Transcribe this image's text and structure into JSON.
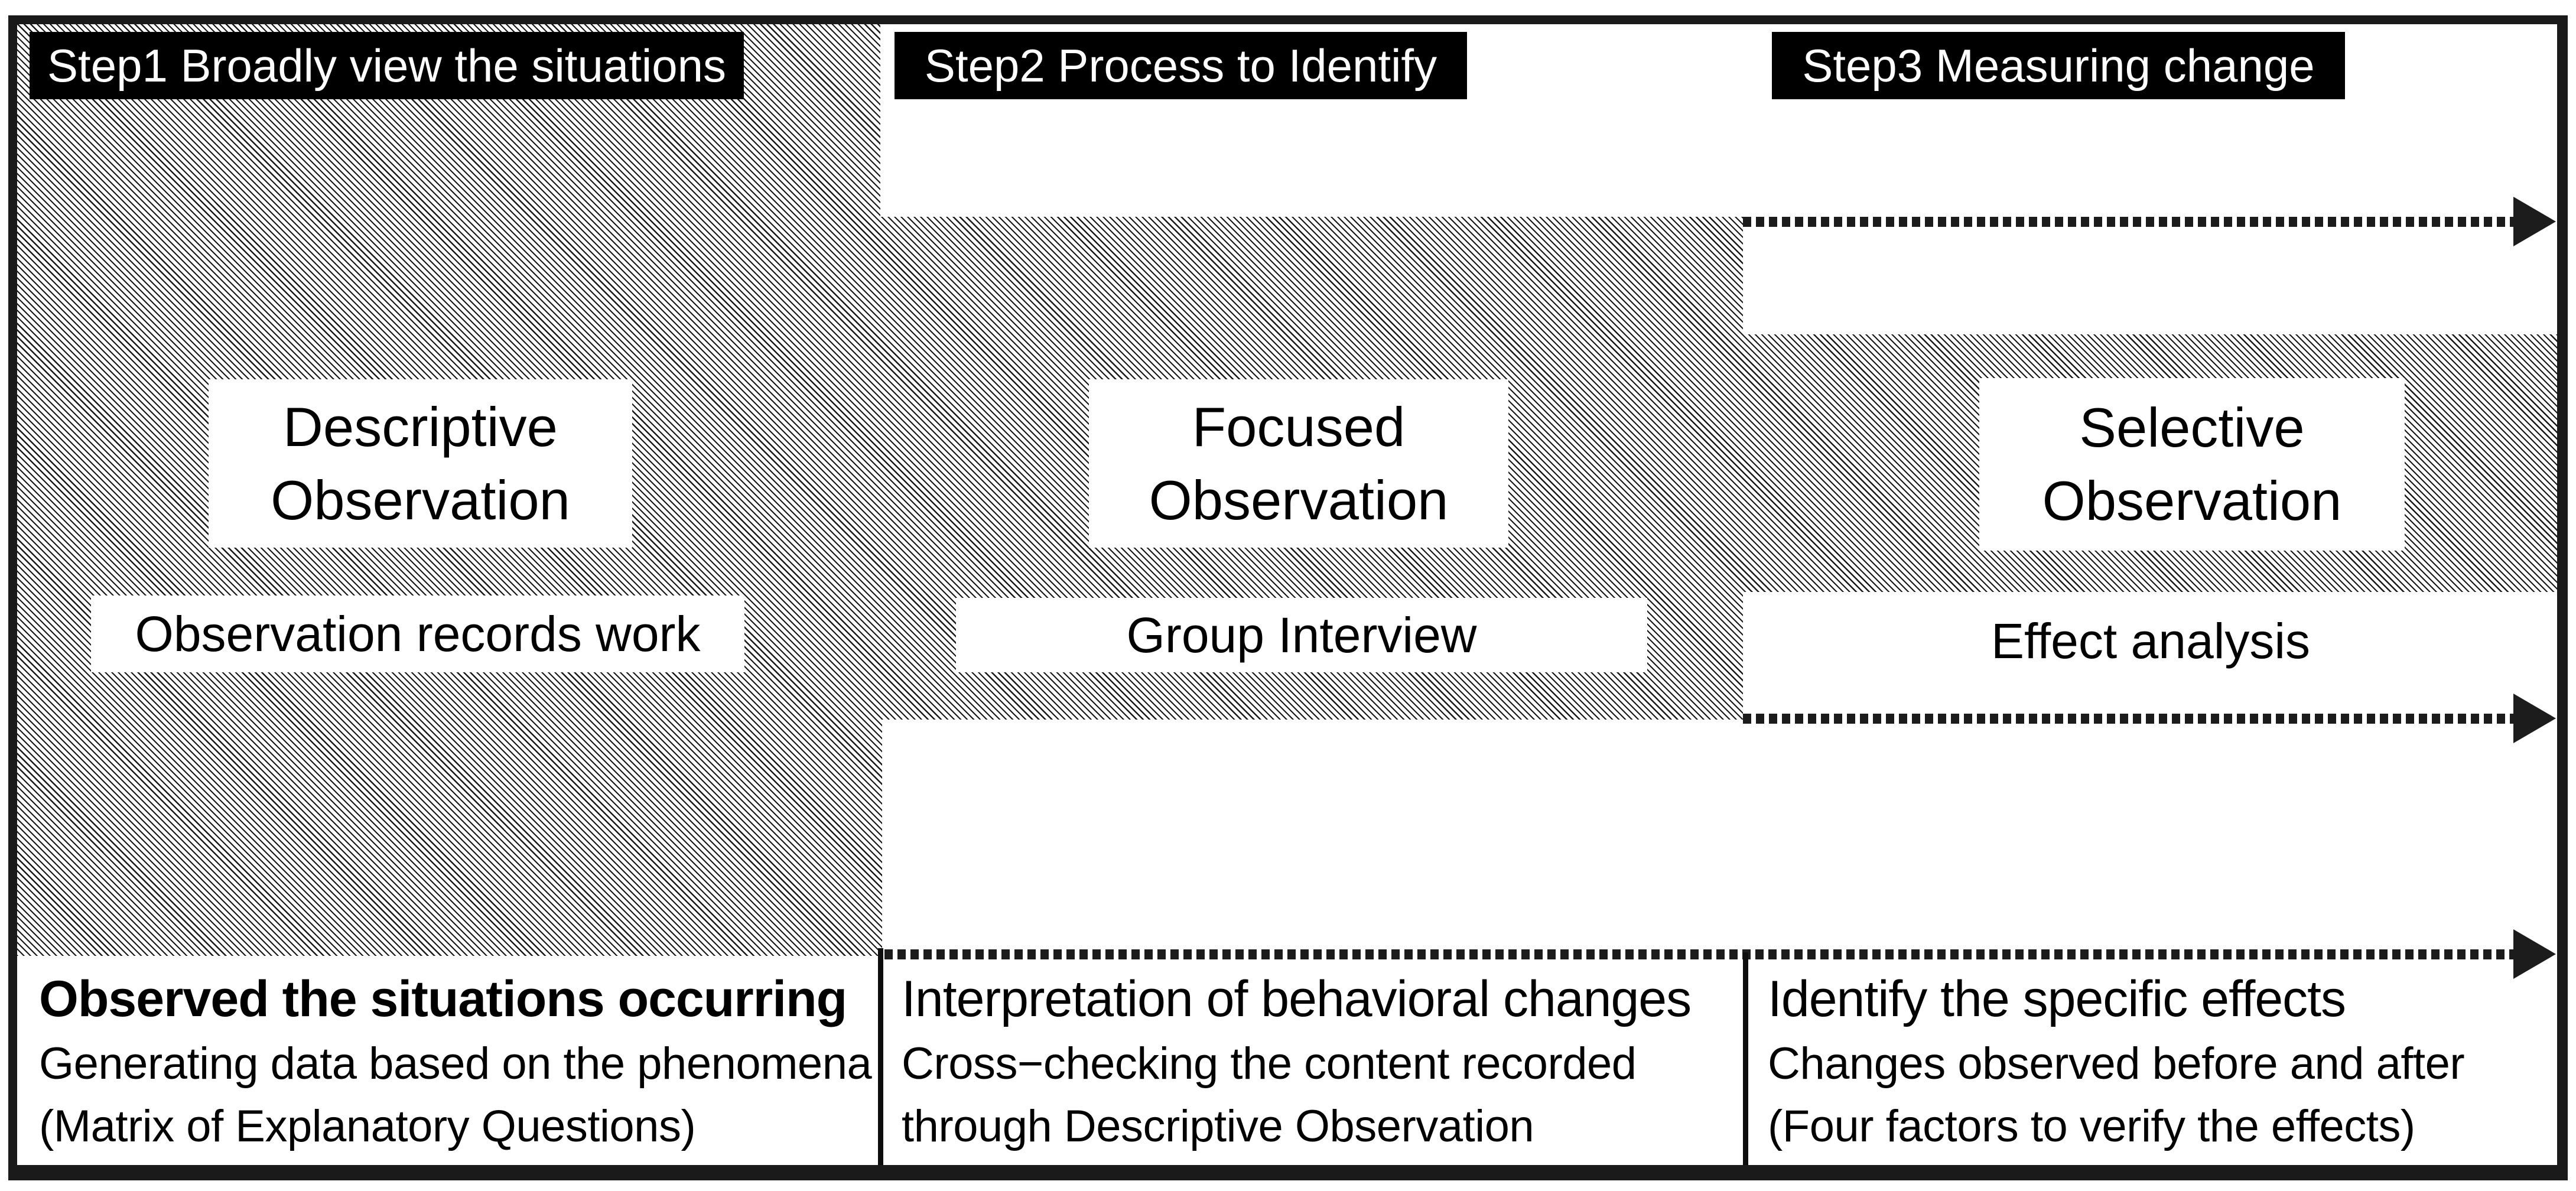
{
  "diagram": {
    "title_hint": "Three-step observation process diagram",
    "steps": [
      {
        "header": "Step1 Broadly view the situations",
        "observation_line1": "Descriptive",
        "observation_line2": "Observation",
        "method": "Observation records work",
        "result_title": "Observed the situations occurring",
        "result_line2": "Generating data based on the phenomena",
        "result_line3": "(Matrix of Explanatory Questions)"
      },
      {
        "header": "Step2 Process to Identify",
        "observation_line1": "Focused",
        "observation_line2": "Observation",
        "method": "Group Interview",
        "result_title": "Interpretation of behavioral changes",
        "result_line2": "Cross−checking the content recorded",
        "result_line3": "through Descriptive Observation"
      },
      {
        "header": "Step3 Measuring change",
        "observation_line1": "Selective",
        "observation_line2": "Observation",
        "method": "Effect analysis",
        "result_title": "Identify the specific effects",
        "result_line2": "Changes observed before and after",
        "result_line3": "(Four factors to verify the effects)"
      }
    ],
    "arrows": [
      {
        "name": "dotted-arrow-top",
        "style": "dotted line, solid right-pointing head"
      },
      {
        "name": "dotted-arrow-middle",
        "style": "dotted line, solid right-pointing head"
      },
      {
        "name": "dotted-arrow-bottom",
        "style": "dotted line, solid right-pointing head"
      }
    ],
    "colors": {
      "header_bg": "#000000",
      "header_text": "#ffffff",
      "body_text": "#000000",
      "border": "#1a1a1a",
      "hatch_line": "#181818",
      "arrow": "#1c1c1c",
      "panel_bg": "#ffffff"
    }
  }
}
